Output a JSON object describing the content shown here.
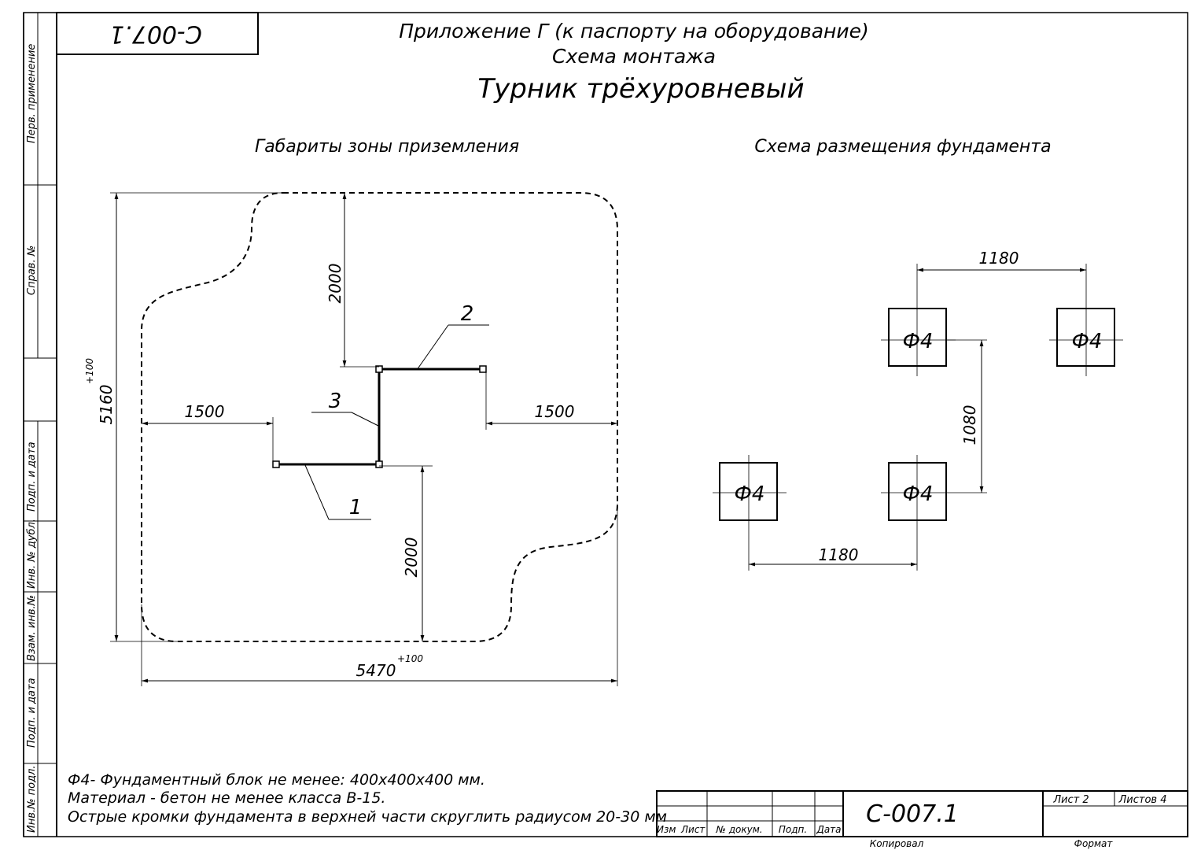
{
  "stamp_code_mirrored": "С-007.1",
  "header": {
    "appendix": "Приложение Г (к паспорту на оборудование)",
    "subtitle": "Схема монтажа",
    "title": "Турник трёхуровневый"
  },
  "left_view": {
    "title": "Габариты зоны приземления",
    "dims": {
      "height": "5160",
      "height_tol": "+100",
      "width": "5470",
      "width_tol": "+100",
      "top_gap": "2000",
      "bottom_gap": "2000",
      "left_gap": "1500",
      "right_gap": "1500"
    },
    "callouts": [
      "1",
      "2",
      "3"
    ]
  },
  "right_view": {
    "title": "Схема размещения фундамента",
    "blocks": [
      "Ф4",
      "Ф4",
      "Ф4",
      "Ф4"
    ],
    "dims": {
      "top": "1180",
      "bottom": "1180",
      "vertical": "1080"
    }
  },
  "notes": [
    "Ф4- Фундаментный блок не менее: 400х400х400 мм.",
    "Материал - бетон не менее класса В-15.",
    "Острые кромки фундамента в верхней части скруглить радиусом 20-30 мм"
  ],
  "margin_labels": [
    "Перв. применение",
    "Справ. №",
    "Подп. и дата",
    "Инв. № дубл.",
    "Взам. инв.№",
    "Подп. и дата",
    "Инв.№ подл."
  ],
  "title_block": {
    "code": "С-007.1",
    "sheet": "Лист 2",
    "sheets": "Листов 4",
    "cols": [
      "Изм",
      "Лист",
      "№ докум.",
      "Подп.",
      "Дата"
    ],
    "copied": "Копировал",
    "format": "Формат"
  }
}
